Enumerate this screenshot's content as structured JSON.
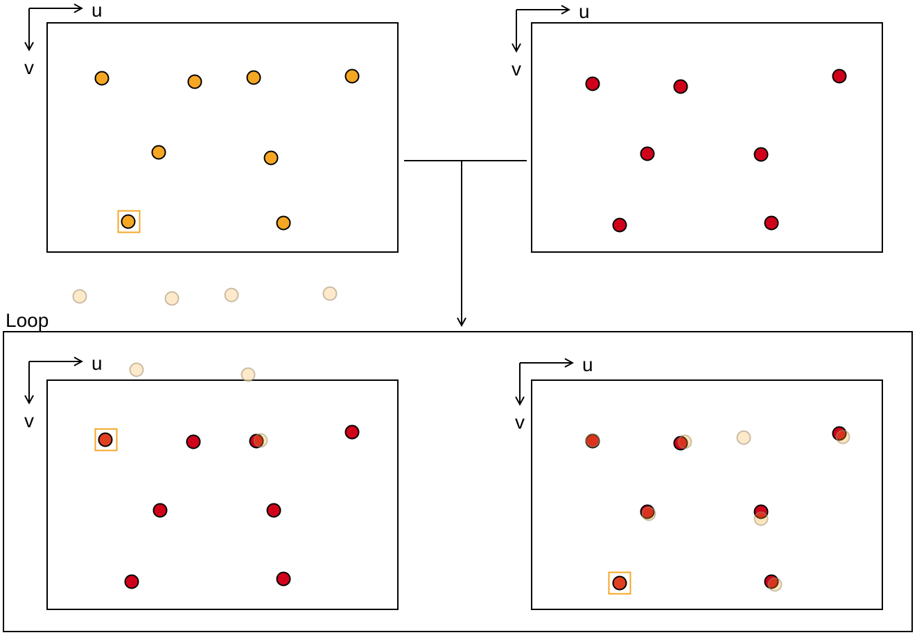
{
  "axis_labels": {
    "u": "u",
    "v": "v"
  },
  "loop_label": "Loop",
  "colors": {
    "source_point": "#f5a623",
    "target_point": "#d0021b",
    "matched_point": "#e0401f",
    "ghost_point": "#fde3b8",
    "selection_box": "#f5a623",
    "outline": "#000000"
  }
}
